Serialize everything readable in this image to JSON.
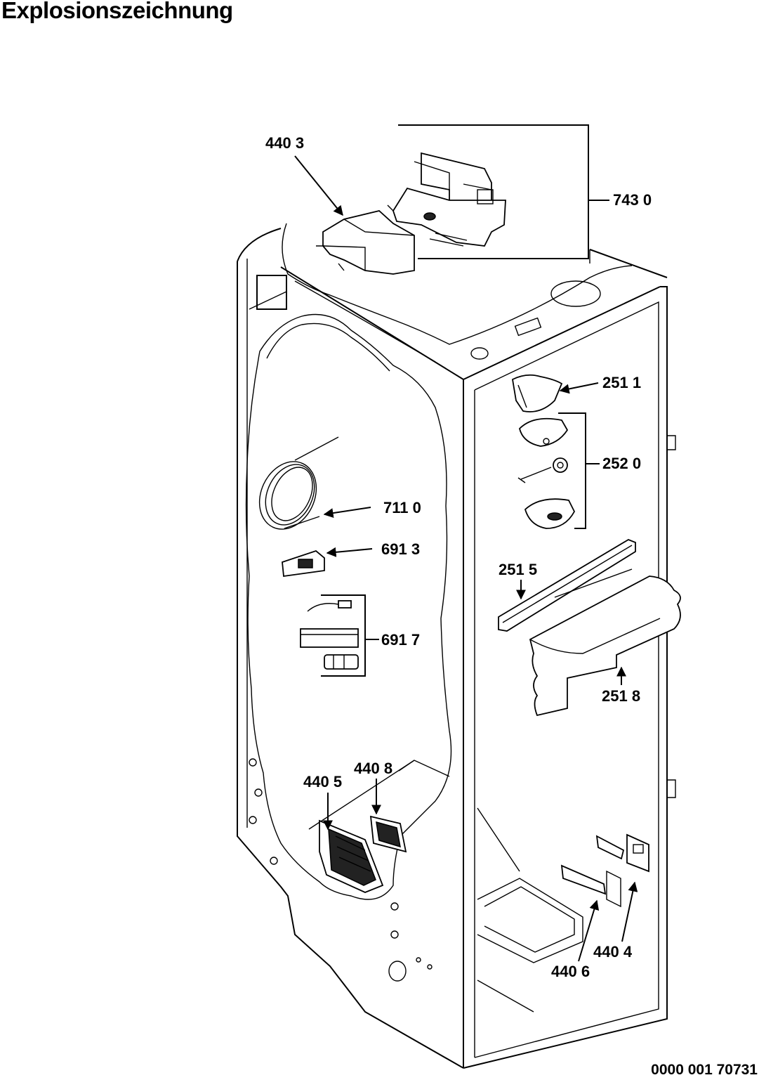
{
  "title": "Explosionszeichnung",
  "document_number": "0000 001 70731",
  "labels": {
    "p4403": "440 3",
    "p7430": "743 0",
    "p2511": "251 1",
    "p2520": "252 0",
    "p7110": "711 0",
    "p6913": "691 3",
    "p2515": "251 5",
    "p6917": "691 7",
    "p2518": "251 8",
    "p4408": "440 8",
    "p4405": "440 5",
    "p4404": "440 4",
    "p4406": "440 6"
  }
}
